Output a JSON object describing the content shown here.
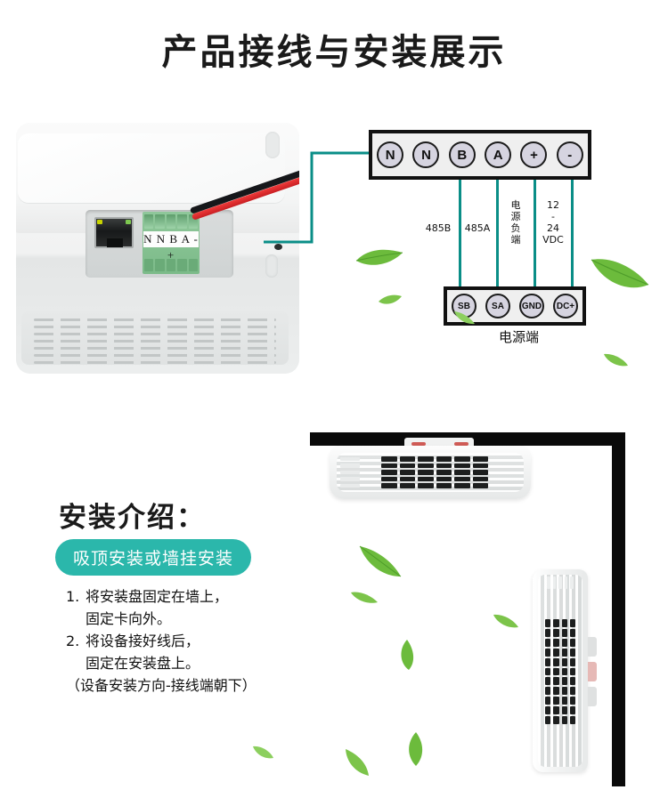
{
  "page": {
    "title": "产品接线与安装展示"
  },
  "photo": {
    "terminal_label": "N N B A - +",
    "parts": {
      "ethernet_port": "RJ45",
      "terminal_block": "green-terminal-block",
      "wire_black": "black-wire",
      "wire_red": "red-wire"
    }
  },
  "diagram": {
    "device_terminals": [
      {
        "id": "n1",
        "label": "N"
      },
      {
        "id": "n2",
        "label": "N"
      },
      {
        "id": "b",
        "label": "B"
      },
      {
        "id": "a",
        "label": "A"
      },
      {
        "id": "plus",
        "label": "+"
      },
      {
        "id": "minus",
        "label": "-"
      }
    ],
    "wire_labels": [
      {
        "id": "485b",
        "text": "485B",
        "stacked": false
      },
      {
        "id": "485a",
        "text": "485A",
        "stacked": false
      },
      {
        "id": "neg",
        "text": "电源负端",
        "stacked": true
      },
      {
        "id": "vdc",
        "text": "12\n-\n24\nVDC",
        "stacked": true
      }
    ],
    "power_terminals": [
      {
        "id": "sb",
        "label": "SB"
      },
      {
        "id": "sa",
        "label": "SA"
      },
      {
        "id": "gnd",
        "label": "GND"
      },
      {
        "id": "dc",
        "label": "DC+"
      }
    ],
    "power_caption": "电源端"
  },
  "install": {
    "heading": "安装介绍：",
    "badge": "吸顶安装或墙挂安装",
    "steps": [
      {
        "num": "1.",
        "line1": "将安装盘固定在墙上，",
        "line2": "固定卡向外。"
      },
      {
        "num": "2.",
        "line1": "将设备接好线后，",
        "line2": "固定在安装盘上。"
      }
    ],
    "note": "（设备安装方向-接线端朝下）"
  },
  "mount": {
    "ceiling_unit": "ceiling-mounted-device",
    "wall_unit": "wall-mounted-device"
  },
  "colors": {
    "accent_teal": "#2bb7ab",
    "wire_teal": "#0a8e87",
    "frame_black": "#0a0a0a",
    "terminal_fill": "#d6d4e0",
    "leaf_green": "#6cbb3c"
  }
}
